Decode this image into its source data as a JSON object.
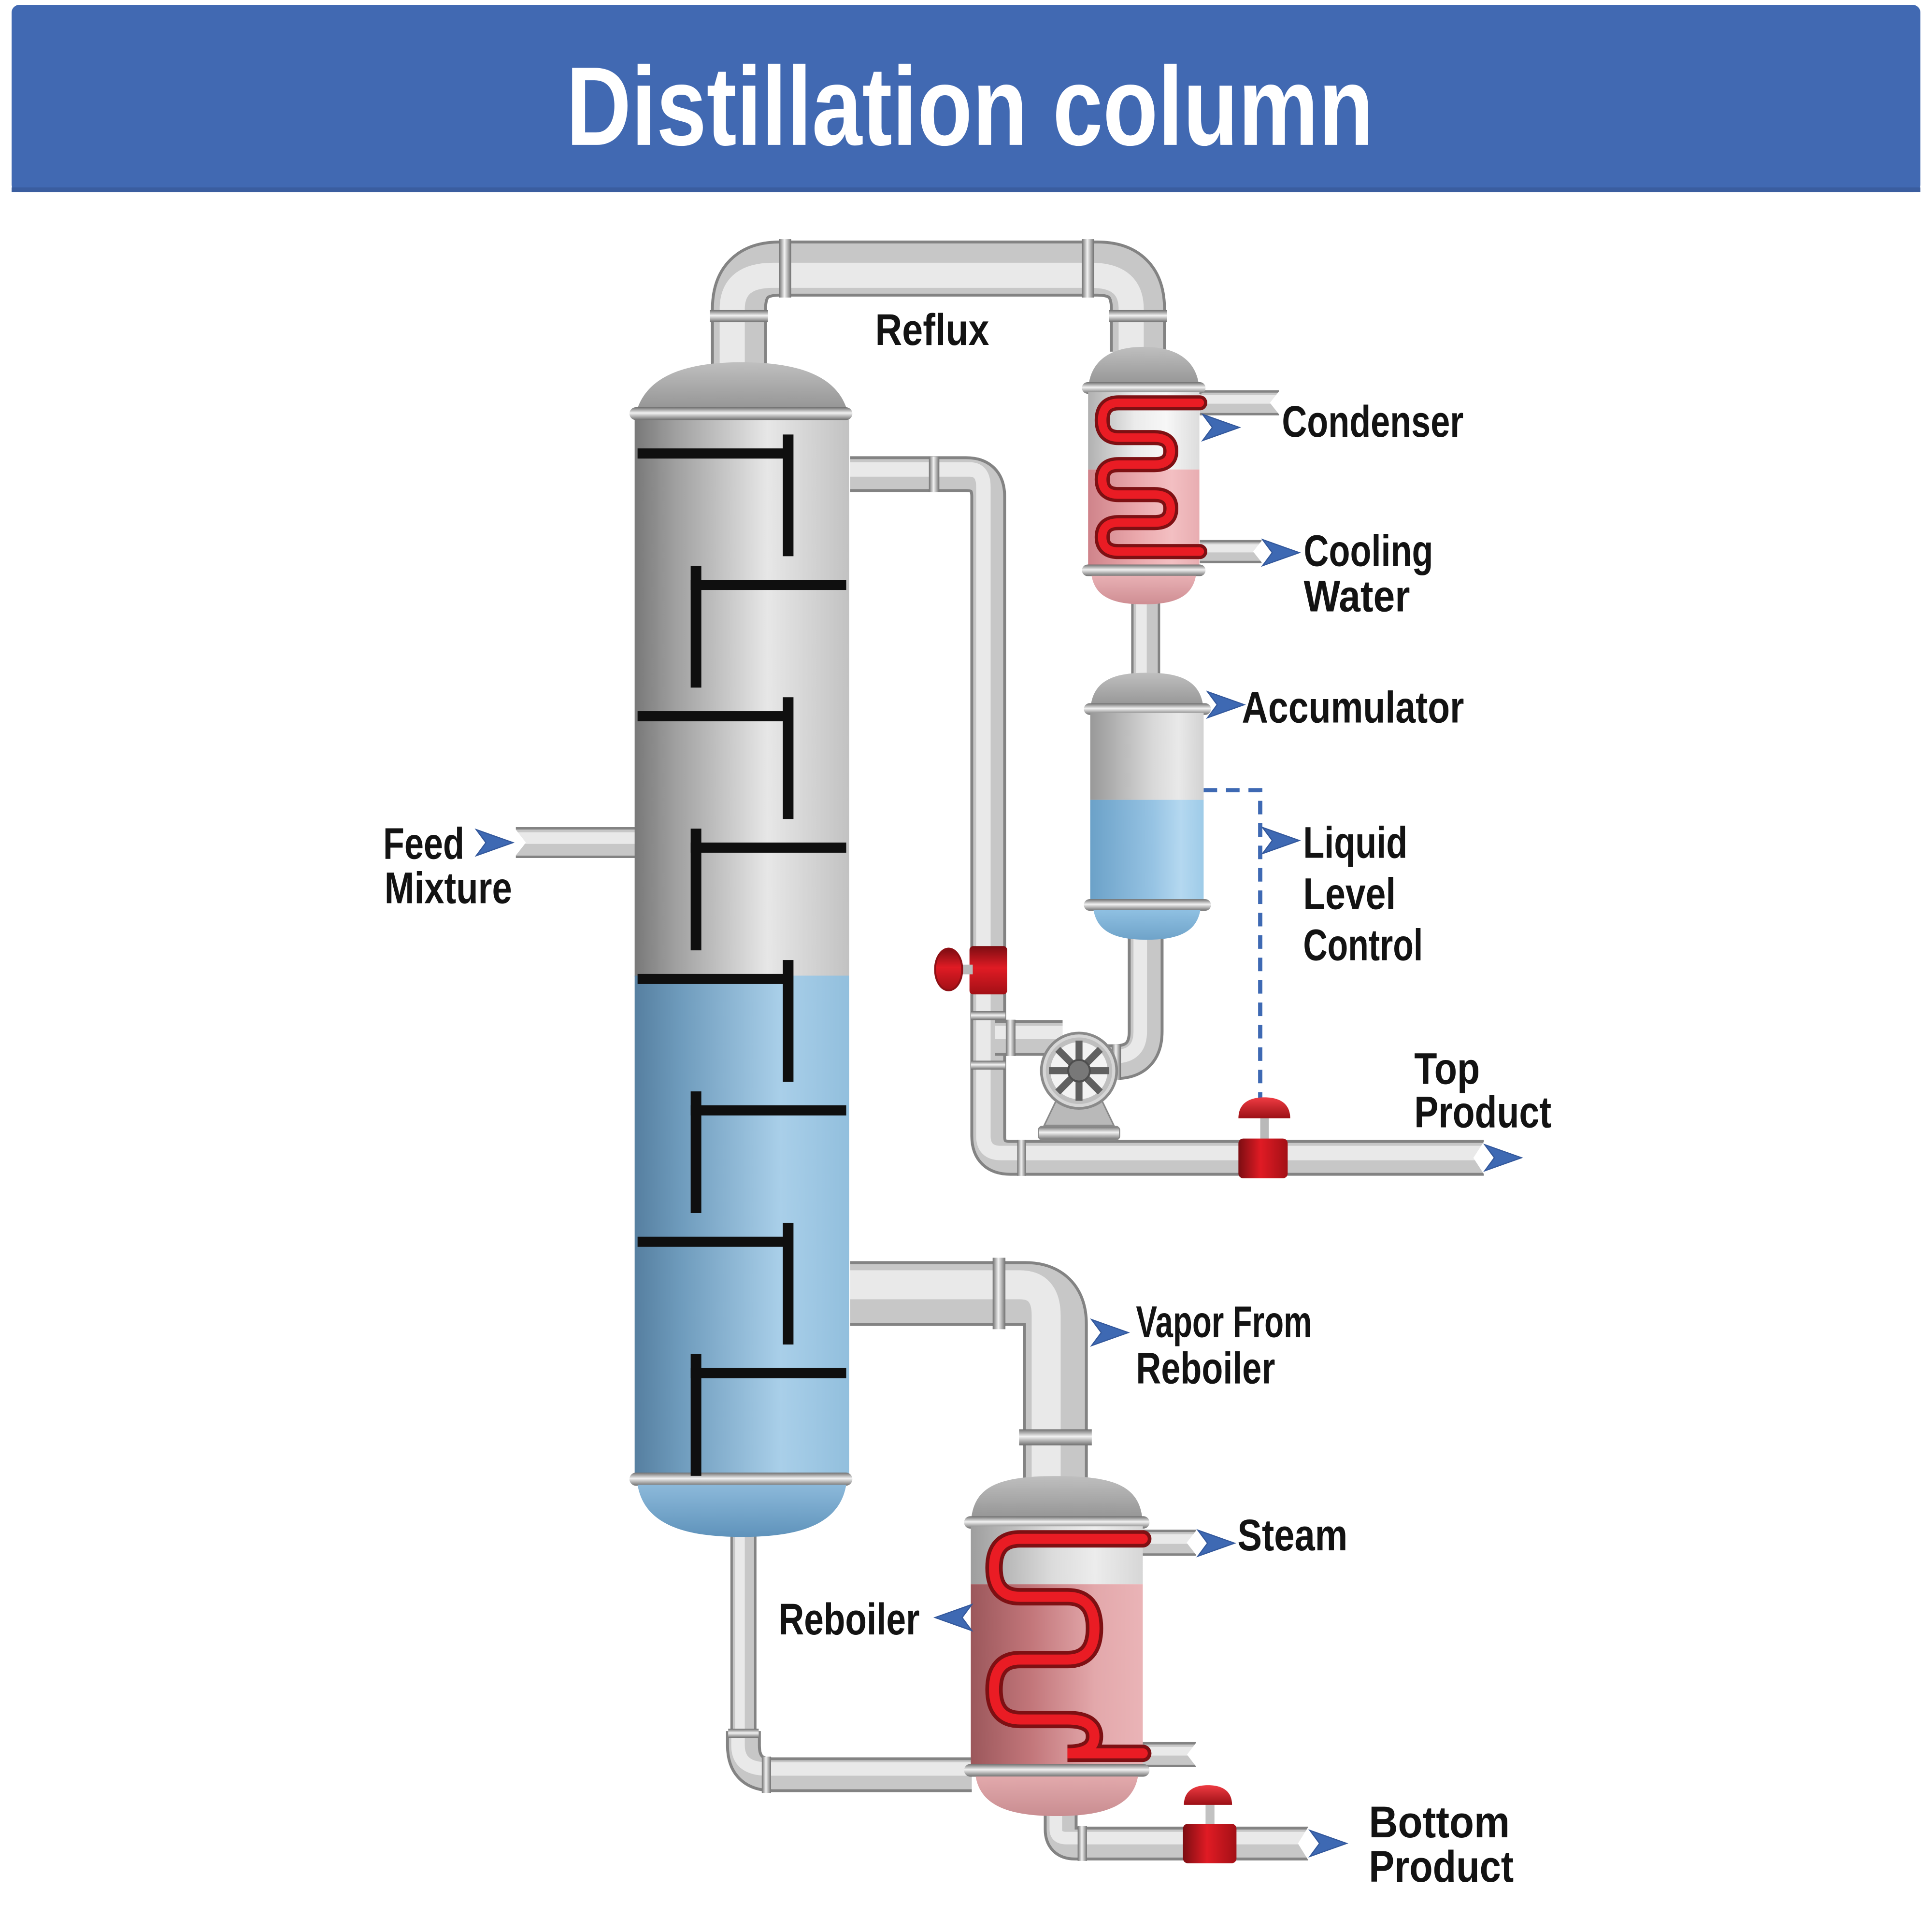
{
  "title": "Distillation column",
  "labels": {
    "reflux": "Reflux",
    "condenser": "Condenser",
    "cooling_water": [
      "Cooling",
      "Water"
    ],
    "accumulator": "Accumulator",
    "liquid_level_control": [
      "Liquid",
      "Level",
      "Control"
    ],
    "top_product": [
      "Top",
      "Product"
    ],
    "feed_mixture": [
      "Feed",
      "Mixture"
    ],
    "vapor_from_reboiler": [
      "Vapor From",
      "Reboiler"
    ],
    "steam": "Steam",
    "reboiler": "Reboiler",
    "bottom_product": [
      "Bottom",
      "Product"
    ]
  },
  "colors": {
    "banner_blue": "#4169b2",
    "arrow_blue": "#3e69b3",
    "label_text": "#131313",
    "coil_red": "#ea1c24",
    "valve_red": "#c8101c",
    "column_liquid_blue": "#8fbcdb",
    "hot_liquid_pink": "#e2a7aa",
    "dashed_control_line": "#3e69b3",
    "pipe_gray": "#c7c7c7"
  }
}
